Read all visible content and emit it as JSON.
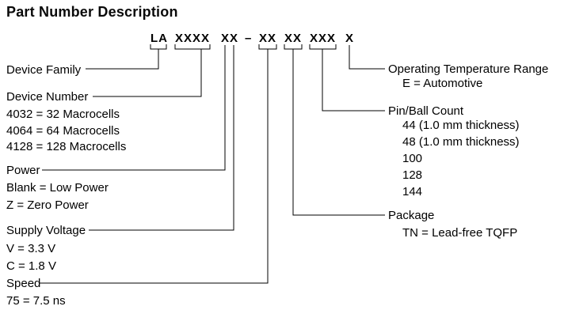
{
  "title": "Part Number Description",
  "colors": {
    "line": "#000000",
    "text": "#000000",
    "background": "#ffffff"
  },
  "part_number": {
    "segments": [
      "LA",
      "XXXX",
      "XX",
      "–",
      "XX",
      "XX",
      "XXX",
      "X"
    ]
  },
  "fields": {
    "device_family": {
      "label": "Device Family"
    },
    "device_number": {
      "label": "Device Number",
      "options": [
        "4032 = 32 Macrocells",
        "4064 = 64 Macrocells",
        "4128 = 128 Macrocells"
      ]
    },
    "power": {
      "label": "Power",
      "options": [
        "Blank = Low Power",
        "Z = Zero Power"
      ]
    },
    "supply_voltage": {
      "label": "Supply Voltage",
      "options": [
        "V = 3.3 V",
        "C = 1.8 V"
      ]
    },
    "speed": {
      "label": "Speed",
      "options": [
        "75 = 7.5 ns"
      ]
    },
    "operating_temperature_range": {
      "label": "Operating Temperature Range",
      "options": [
        "E = Automotive"
      ]
    },
    "pin_ball_count": {
      "label": "Pin/Ball Count",
      "options": [
        "44 (1.0 mm thickness)",
        "48 (1.0 mm thickness)",
        "100",
        "128",
        "144"
      ]
    },
    "package": {
      "label": "Package",
      "options": [
        "TN = Lead-free TQFP"
      ]
    }
  }
}
